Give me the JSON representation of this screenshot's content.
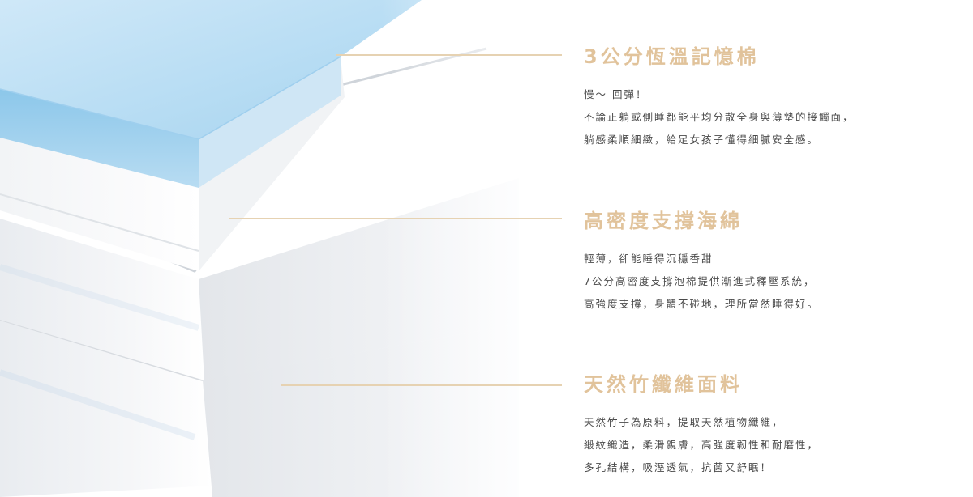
{
  "colors": {
    "accent": "#e1c39b",
    "leader": "#e6d2b2",
    "body_text": "#4a4a4a",
    "foam_blue": "#a9d3ee"
  },
  "features": [
    {
      "title": "3公分恆溫記憶棉",
      "lines": [
        "慢～ 回彈！",
        "不論正躺或側睡都能平均分散全身與薄墊的接觸面，",
        "躺感柔順細緻，給足女孩子懂得細膩安全感。"
      ]
    },
    {
      "title": "高密度支撐海綿",
      "lines": [
        "輕薄，卻能睡得沉穩香甜",
        "7公分高密度支撐泡棉提供漸進式釋壓系統，",
        "高強度支撐，身體不碰地，理所當然睡得好。"
      ]
    },
    {
      "title": "天然竹纖維面料",
      "lines": [
        "天然竹子為原料，提取天然植物纖維，",
        "緞紋織造，柔滑親膚，高強度韌性和耐磨性，",
        "多孔結構，吸溼透氣，抗菌又舒眠！"
      ]
    }
  ]
}
